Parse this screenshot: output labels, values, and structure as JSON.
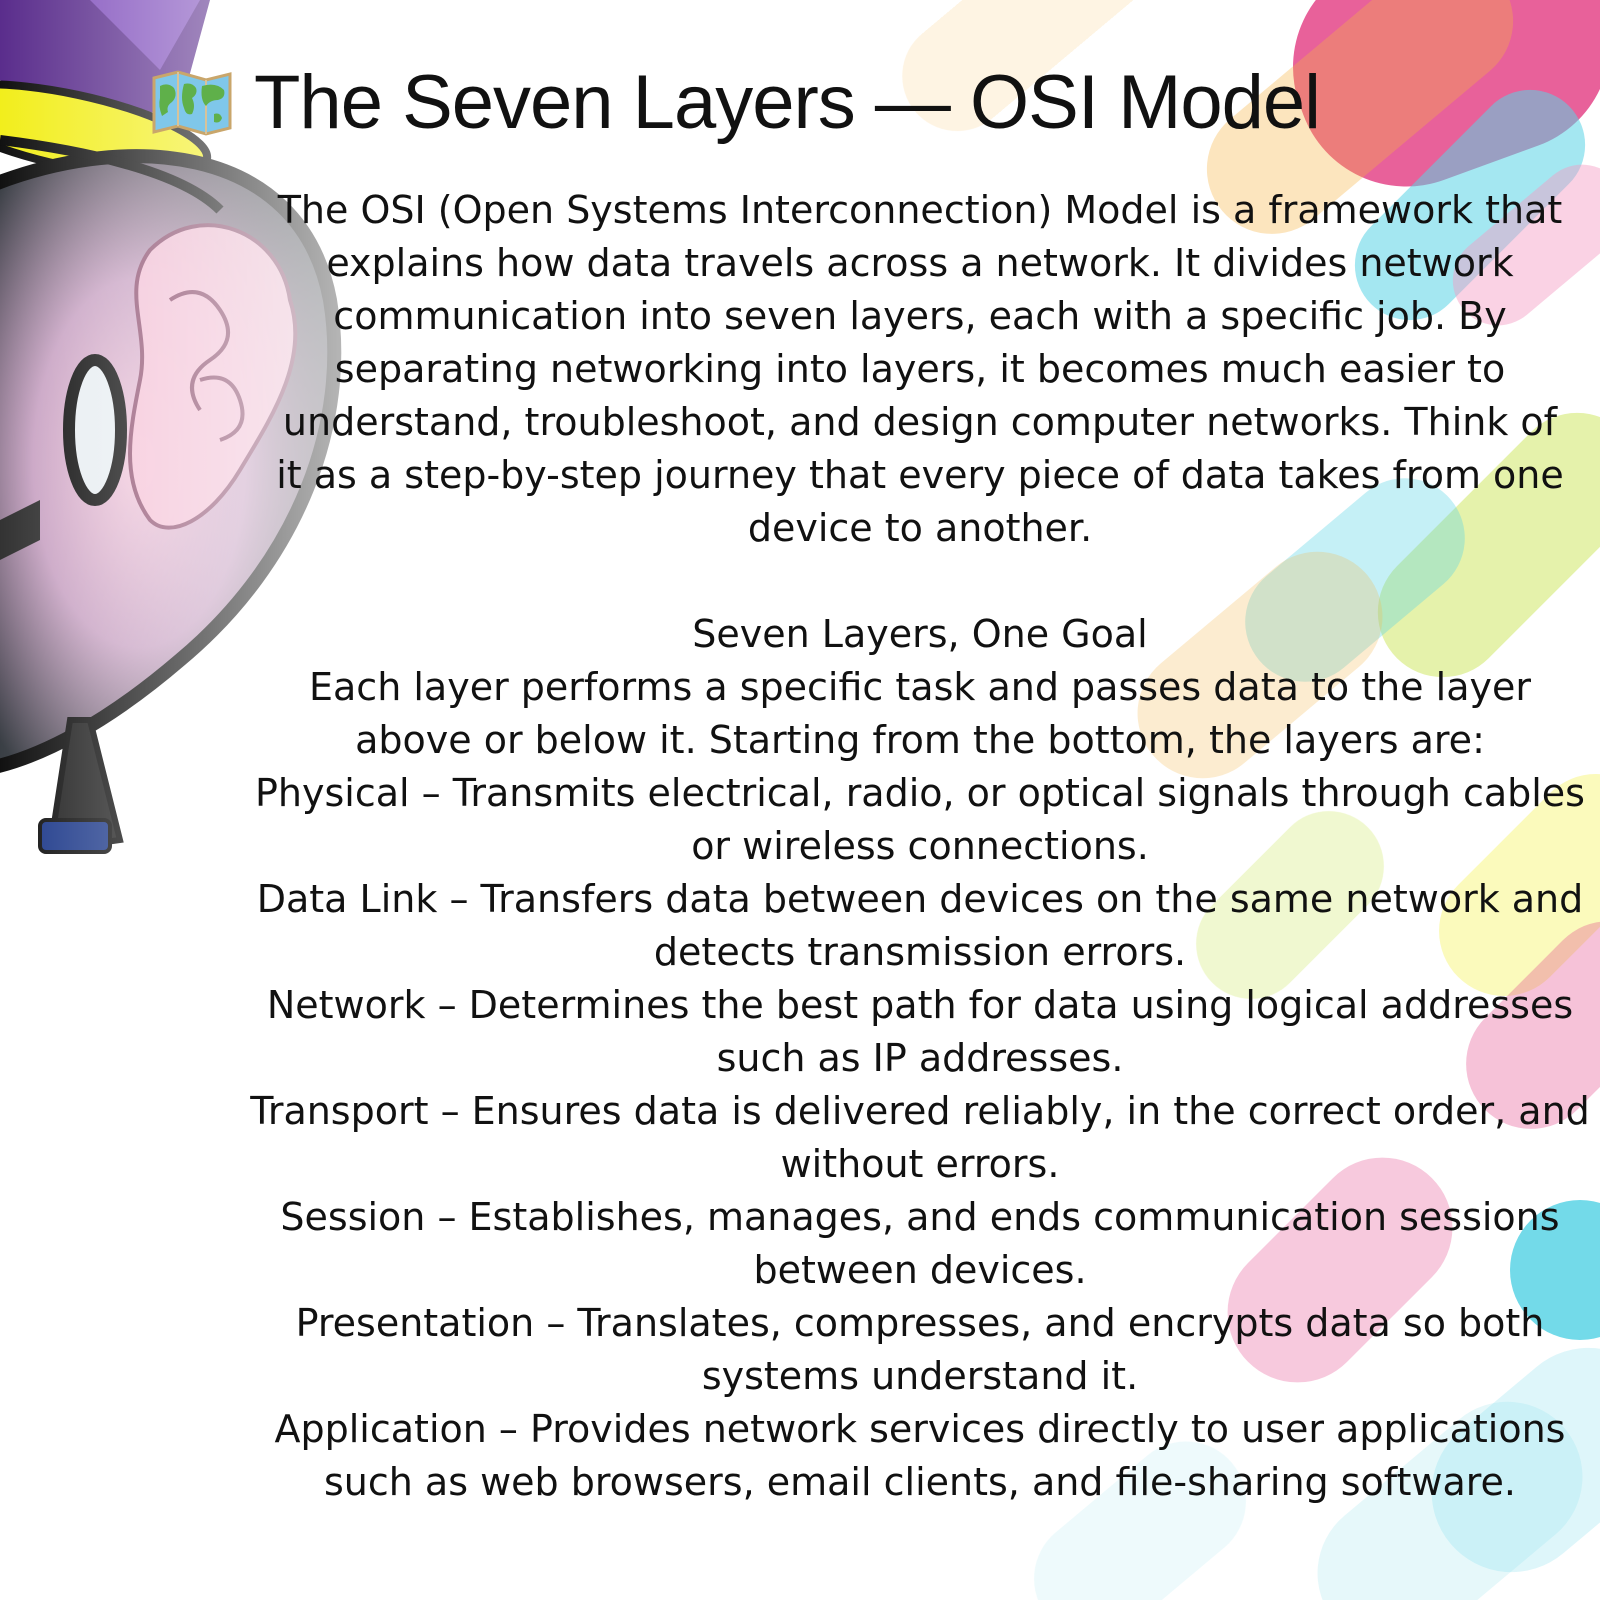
{
  "title": {
    "icon": "world-map-icon",
    "text": "The Seven Layers — OSI Model"
  },
  "intro": "The OSI (Open Systems Interconnection) Model is a framework that explains how data travels across a network. It divides network communication into seven layers, each with a specific job. By separating networking into layers, it becomes much easier to understand, troubleshoot, and design computer networks. Think of it as a step-by-step journey that every piece of data takes from one device to another.",
  "section": {
    "heading": "Seven Layers, One Goal",
    "lead": "Each layer performs a specific task and passes data to the layer above or below it. Starting from the bottom, the layers are:"
  },
  "layers": [
    {
      "text": "Physical – Transmits electrical, radio, or optical signals through cables or wireless connections."
    },
    {
      "text": "Data Link – Transfers data between devices on the same network and detects transmission errors."
    },
    {
      "text": "Network – Determines the best path for data using logical addresses such as IP addresses."
    },
    {
      "text": "Transport – Ensures data is delivered reliably, in the correct order, and without errors."
    },
    {
      "text": "Session – Establishes, manages, and ends communication sessions between devices."
    },
    {
      "text": "Presentation – Translates, compresses, and encrypts data so both systems understand it."
    },
    {
      "text": "Application – Provides network services directly to user applications such as web browsers, email clients, and file-sharing software."
    }
  ],
  "colors": {
    "text": "#111111",
    "pink": "#e0307a",
    "cyan": "#3ccbe0",
    "orange": "#f5a623",
    "lime": "#c6e34a",
    "violet": "#6a3fb5",
    "yellow": "#f2ee1c"
  }
}
